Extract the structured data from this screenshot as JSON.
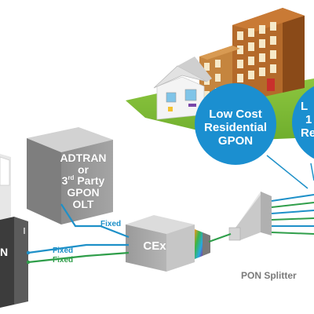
{
  "olt": {
    "line1": "ADTRAN",
    "line2": "or",
    "line3_main": "3",
    "line3_sup": "rd",
    "line3_rest": " Party",
    "line4": "GPON",
    "line5": "OLT"
  },
  "cex_label": "CEx",
  "splitter_label": "PON Splitter",
  "left_box_label": "N",
  "links": {
    "olt_to_cex": "Fixed",
    "left_blue": "Fixed",
    "left_green": "Fixed"
  },
  "circle_residential": {
    "line1": "Low Cost",
    "line2": "Residential",
    "line3": "GPON"
  },
  "circle_partial": {
    "line1": "L",
    "line2": "1",
    "line3": "Re"
  },
  "colors": {
    "fiber_blue": "#1e90c8",
    "fiber_green": "#2f9e4a",
    "circle_blue": "#1b8fd0",
    "box_gray": "#9a9a9a",
    "dark_box": "#3c3c3c"
  }
}
